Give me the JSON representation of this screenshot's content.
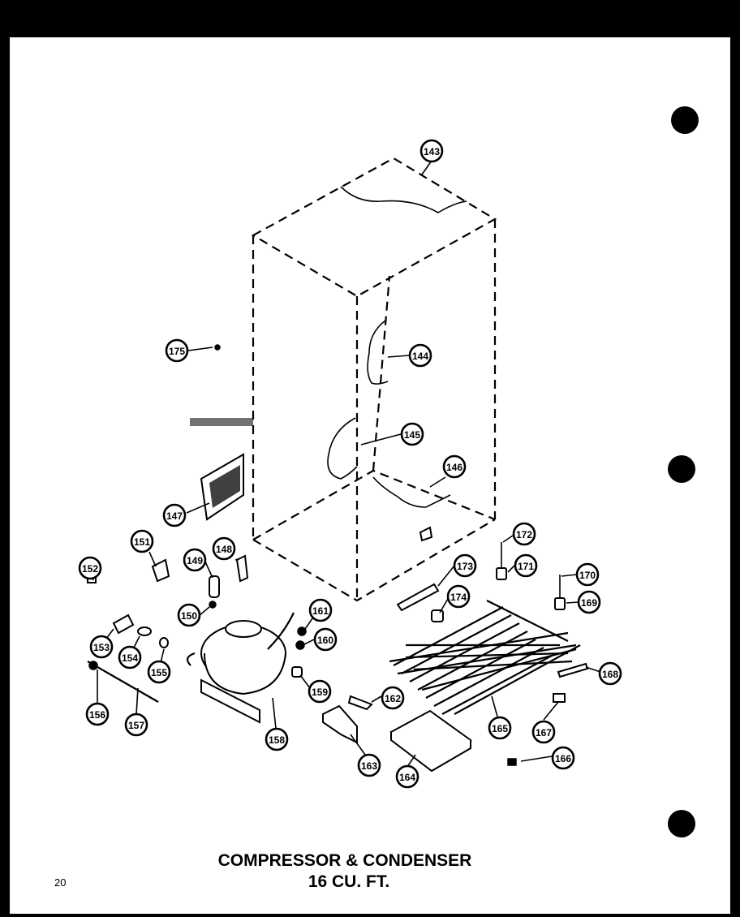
{
  "diagram": {
    "title_line1": "COMPRESSOR & CONDENSER",
    "title_line2": "16 CU. FT.",
    "page_number": "20",
    "callouts": [
      "143",
      "144",
      "145",
      "146",
      "147",
      "148",
      "149",
      "150",
      "151",
      "152",
      "153",
      "154",
      "155",
      "156",
      "157",
      "158",
      "159",
      "160",
      "161",
      "162",
      "163",
      "164",
      "165",
      "166",
      "167",
      "168",
      "169",
      "170",
      "171",
      "172",
      "173",
      "174",
      "175"
    ]
  }
}
